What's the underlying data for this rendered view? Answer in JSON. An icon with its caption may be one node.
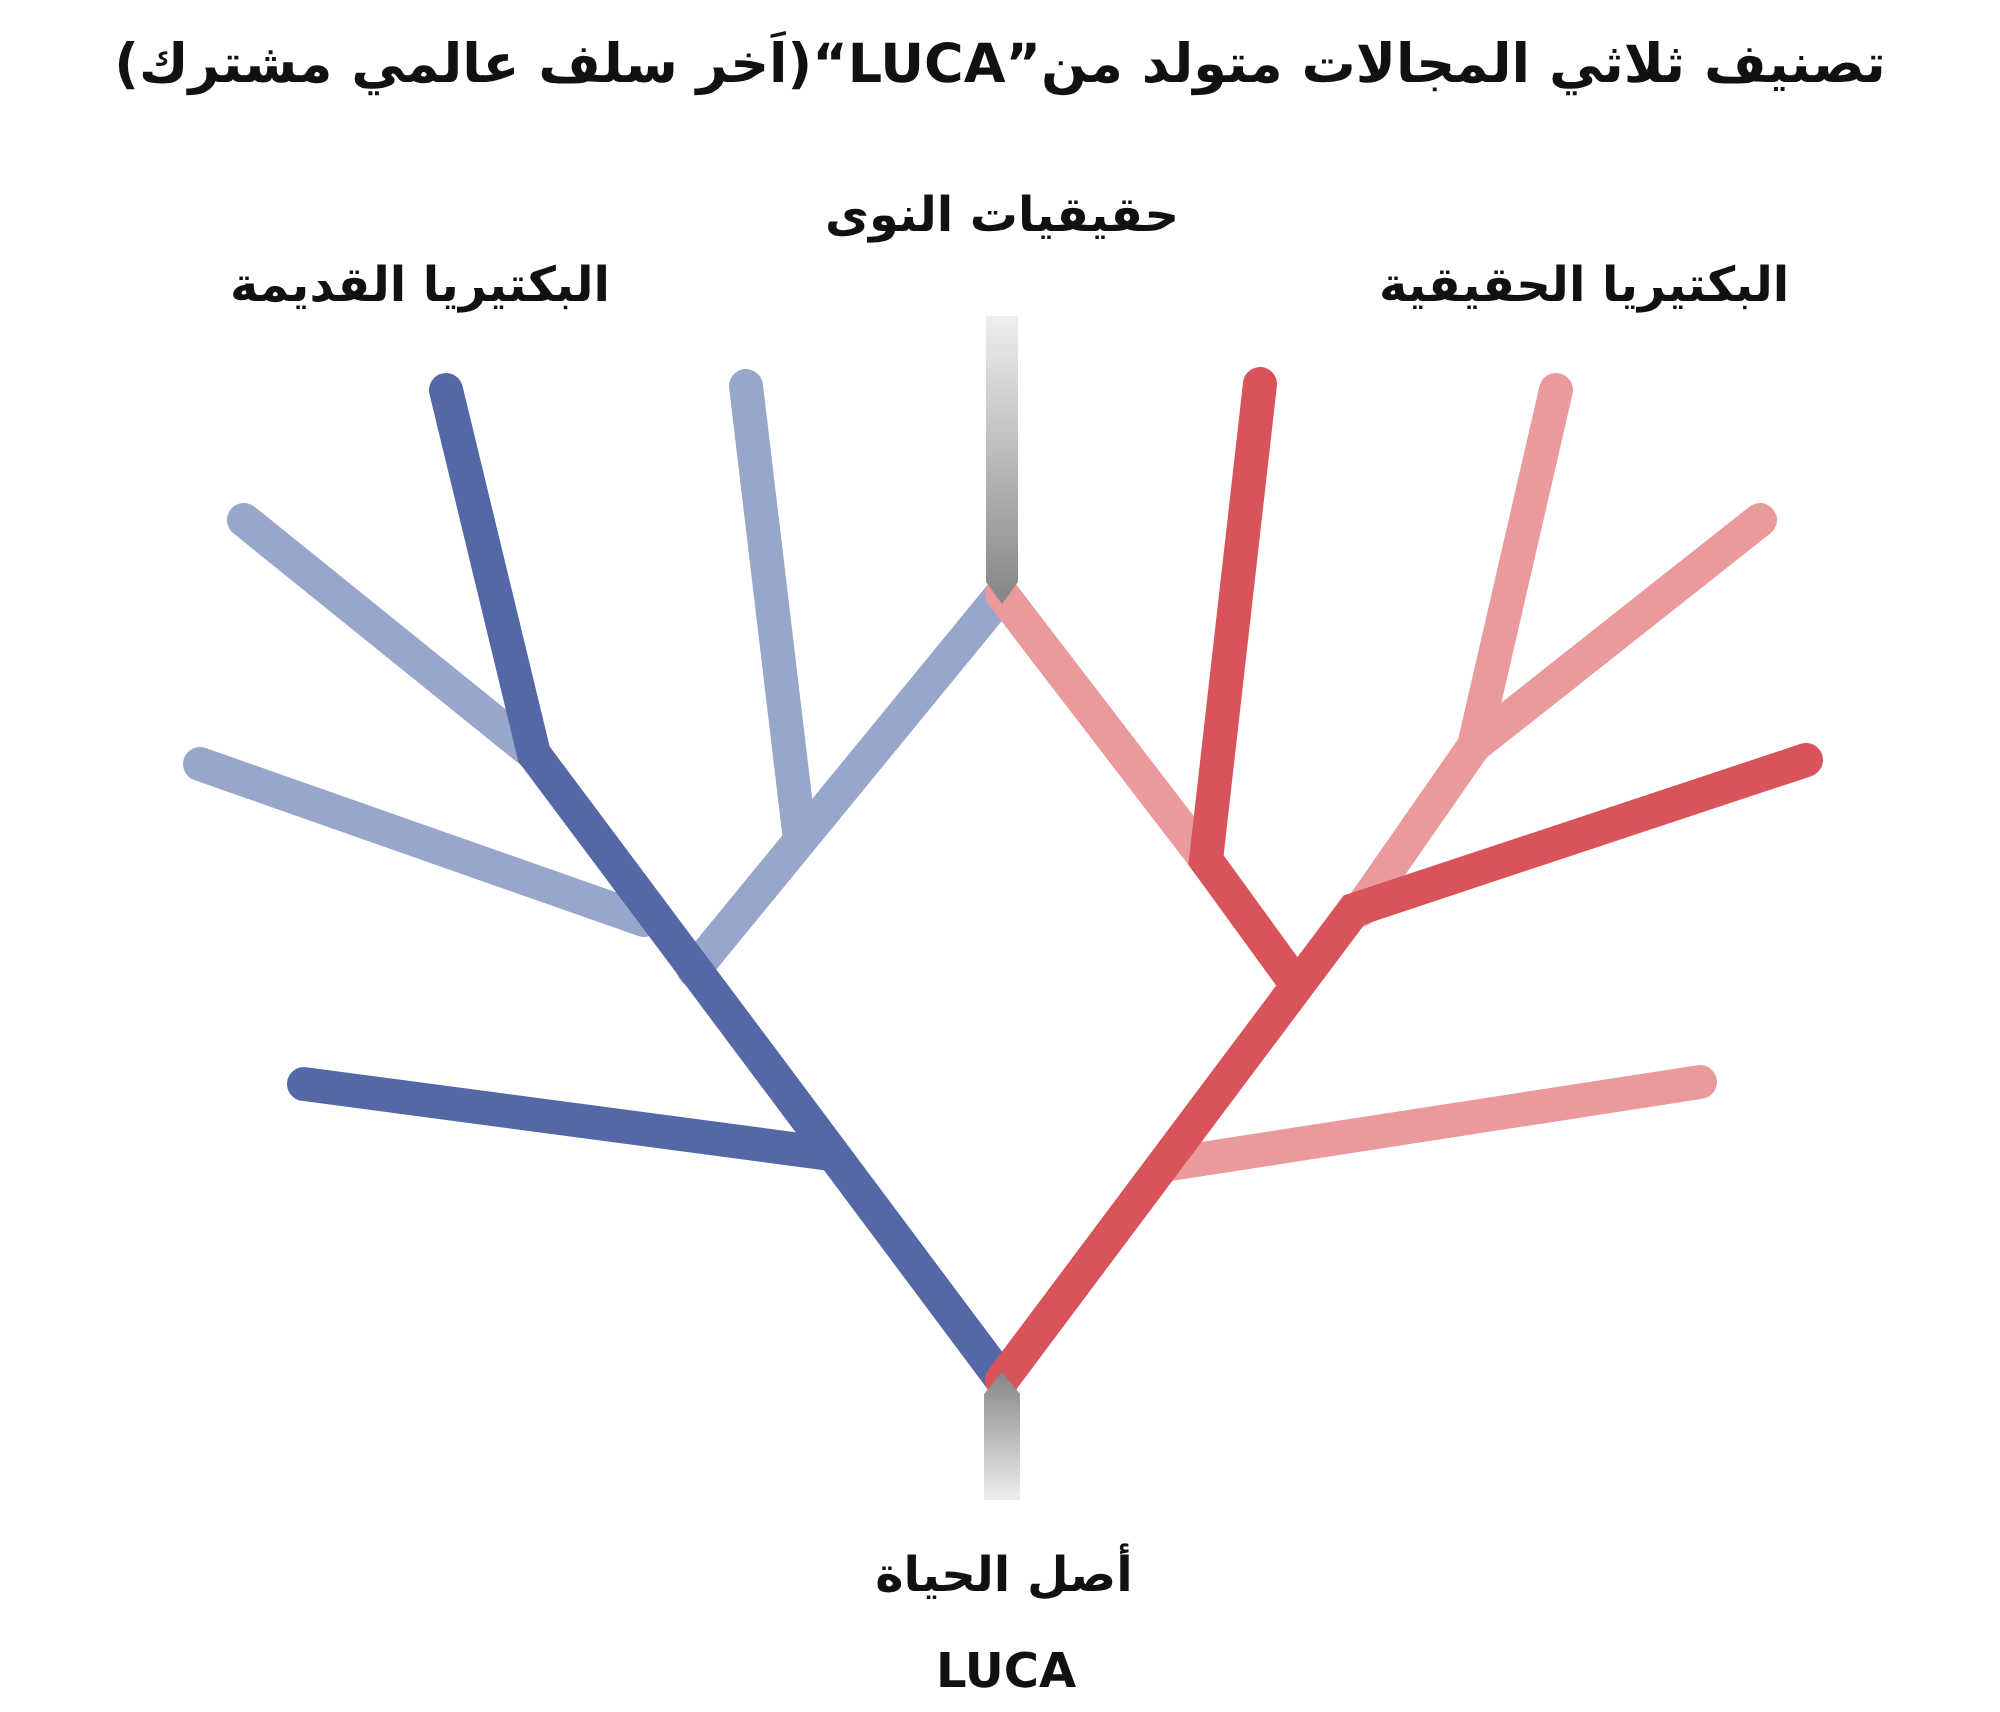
{
  "diagram": {
    "title": "تصنيف ثلاثي المجالات متولد من”LUCA“(اَخر سلف عالمي مشترك)",
    "labels": [
      "حقيقيات النوى",
      "البكتيريا الحقيقية",
      "البكتيريا القديمة",
      "أصل الحياة",
      "LUCA"
    ]
  }
}
